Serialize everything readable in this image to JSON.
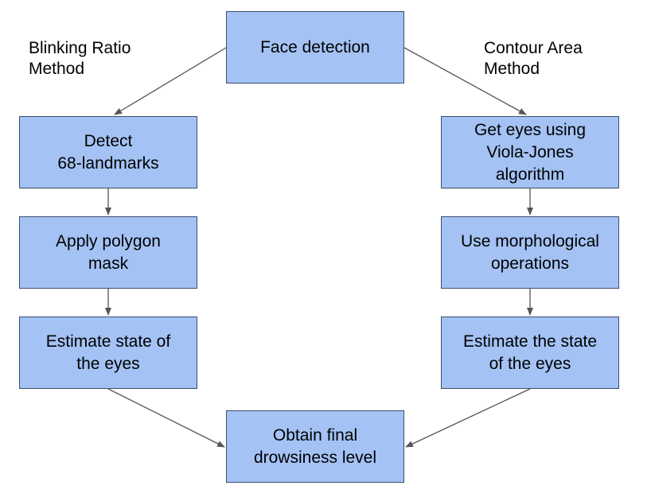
{
  "labels": {
    "left_method": [
      "Blinking Ratio",
      "Method"
    ],
    "right_method": [
      "Contour Area",
      "Method"
    ]
  },
  "nodes": {
    "face_detection": [
      "Face detection"
    ],
    "detect_landmarks": [
      "Detect",
      "68-landmarks"
    ],
    "apply_polygon": [
      "Apply polygon",
      "mask"
    ],
    "estimate_left": [
      "Estimate state of",
      "the eyes"
    ],
    "viola_jones": [
      "Get eyes using",
      "Viola-Jones",
      "algorithm"
    ],
    "morphological": [
      "Use morphological",
      "operations"
    ],
    "estimate_right": [
      "Estimate the state",
      "of the eyes"
    ],
    "final_level": [
      "Obtain final",
      "drowsiness level"
    ]
  },
  "edges": [
    {
      "from": "face_detection",
      "to": "detect_landmarks"
    },
    {
      "from": "face_detection",
      "to": "viola_jones"
    },
    {
      "from": "detect_landmarks",
      "to": "apply_polygon"
    },
    {
      "from": "apply_polygon",
      "to": "estimate_left"
    },
    {
      "from": "viola_jones",
      "to": "morphological"
    },
    {
      "from": "morphological",
      "to": "estimate_right"
    },
    {
      "from": "estimate_left",
      "to": "final_level"
    },
    {
      "from": "estimate_right",
      "to": "final_level"
    }
  ],
  "colors": {
    "node_fill": "#a4c2f4",
    "node_border": "#3c4e6e",
    "arrow": "#555555",
    "text": "#000000"
  }
}
